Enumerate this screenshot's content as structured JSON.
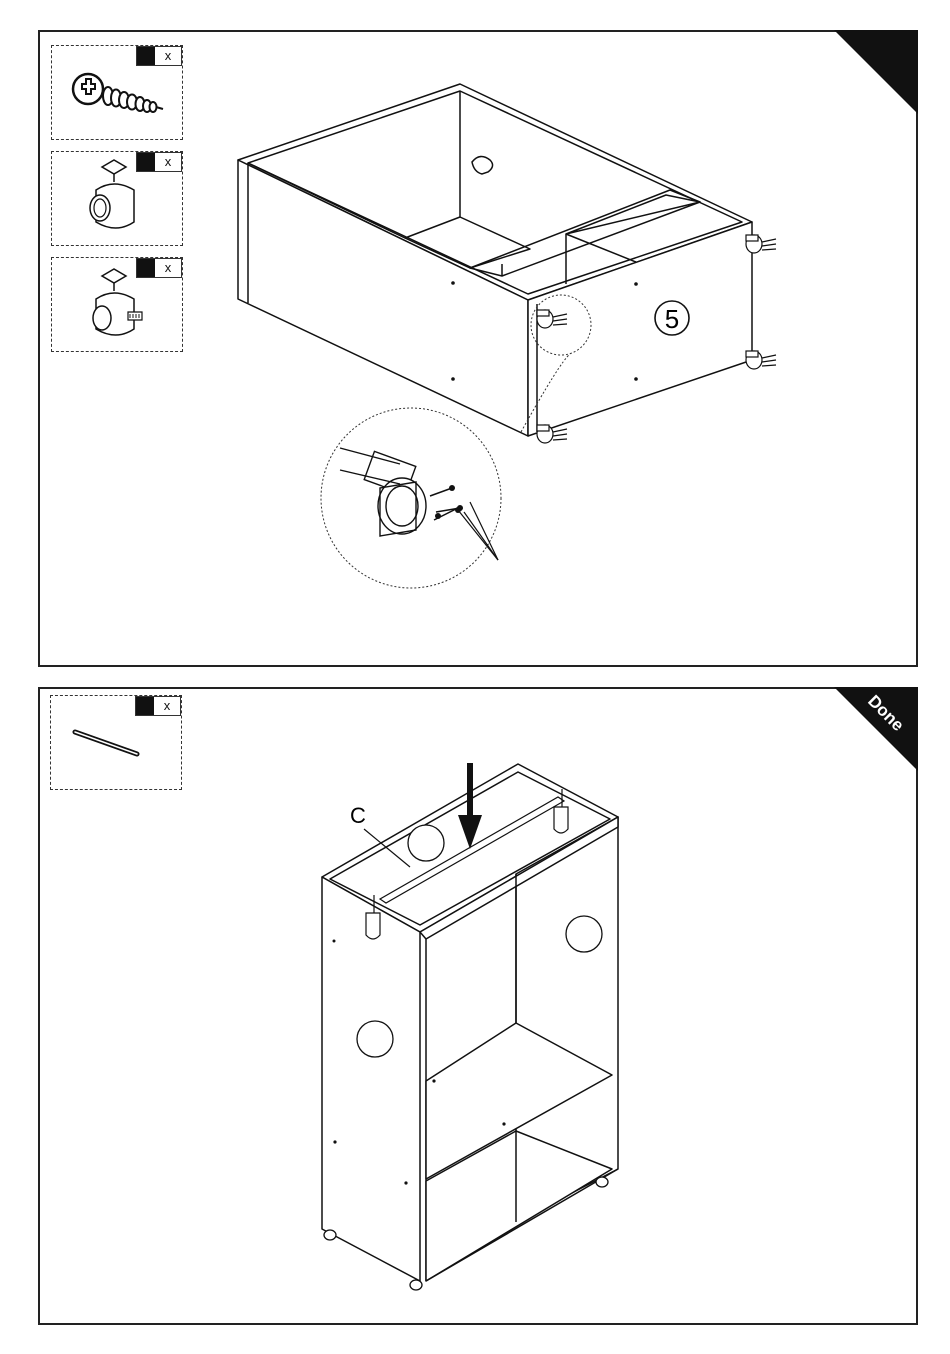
{
  "step_top": {
    "parts": [
      {
        "icon": "screw-icon",
        "multiplier": "x"
      },
      {
        "icon": "caster-wheel-icon",
        "multiplier": "x"
      },
      {
        "icon": "locking-caster-wheel-icon",
        "multiplier": "x"
      }
    ],
    "panel_number": "5"
  },
  "step_bottom": {
    "parts": [
      {
        "icon": "rod-icon",
        "multiplier": "x"
      }
    ],
    "rail_label": "C",
    "done_label": "Done"
  }
}
